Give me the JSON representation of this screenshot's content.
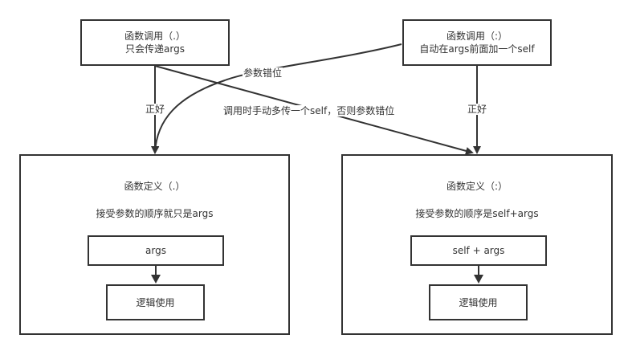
{
  "nodes": {
    "call_dot": {
      "line1": "函数调用（.）",
      "line2": "只会传递args"
    },
    "call_colon": {
      "line1": "函数调用（:）",
      "line2": "自动在args前面加一个self"
    },
    "def_dot": {
      "title": "函数定义（.）",
      "desc": "接受参数的顺序就只是args",
      "params": "args",
      "usage": "逻辑使用"
    },
    "def_colon": {
      "title": "函数定义（:）",
      "desc": "接受参数的顺序是self+args",
      "params": "self + args",
      "usage": "逻辑使用"
    }
  },
  "edges": {
    "dot_to_dot": "正好",
    "colon_to_colon": "正好",
    "colon_to_dot": "参数错位",
    "dot_to_colon": "调用时手动多传一个self，否则参数错位"
  },
  "colors": {
    "stroke": "#333333",
    "text": "#333333",
    "background": "#ffffff"
  }
}
